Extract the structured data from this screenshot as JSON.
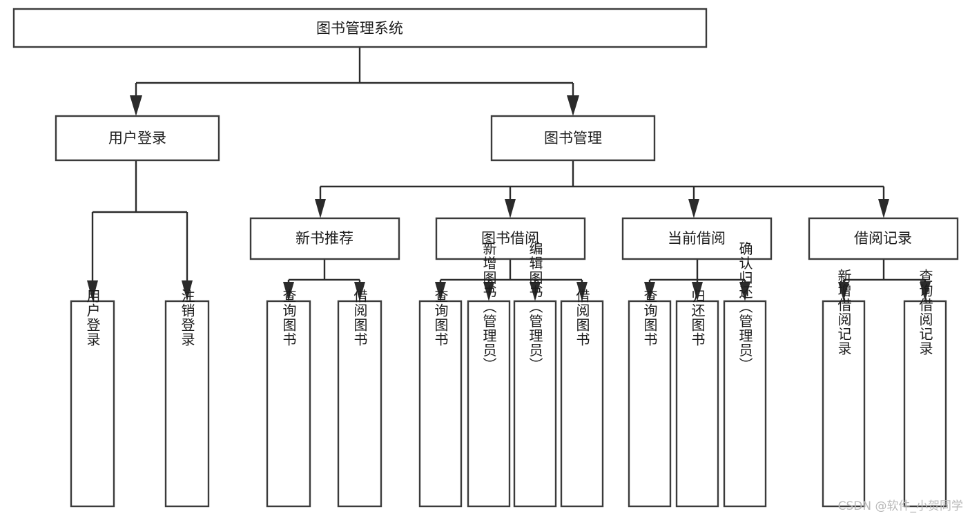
{
  "diagram": {
    "title": "图书管理系统",
    "type": "tree-hierarchy-chart",
    "root": {
      "id": "root",
      "label": "图书管理系统"
    },
    "level2": [
      {
        "id": "user-login",
        "label": "用户登录"
      },
      {
        "id": "book-management",
        "label": "图书管理"
      }
    ],
    "level3": [
      {
        "id": "new-book-recommend",
        "label": "新书推荐",
        "parent": "book-management"
      },
      {
        "id": "book-borrow",
        "label": "图书借阅",
        "parent": "book-management"
      },
      {
        "id": "current-borrow",
        "label": "当前借阅",
        "parent": "book-management"
      },
      {
        "id": "borrow-record",
        "label": "借阅记录",
        "parent": "book-management"
      }
    ],
    "leaves": {
      "user-login": [
        {
          "id": "leaf-user-login",
          "label": "用户登录"
        },
        {
          "id": "leaf-user-logout",
          "label": "注销登录"
        }
      ],
      "new-book-recommend": [
        {
          "id": "leaf-query-book-1",
          "label": "查询图书"
        },
        {
          "id": "leaf-borrow-book-1",
          "label": "借阅图书"
        }
      ],
      "book-borrow": [
        {
          "id": "leaf-query-book-2",
          "label": "查询图书"
        },
        {
          "id": "leaf-add-book",
          "label": "新增图书（管理员）"
        },
        {
          "id": "leaf-edit-book",
          "label": "编辑图书（管理员）"
        },
        {
          "id": "leaf-borrow-book-2",
          "label": "借阅图书"
        }
      ],
      "current-borrow": [
        {
          "id": "leaf-query-book-3",
          "label": "查询图书"
        },
        {
          "id": "leaf-return-book",
          "label": "归还图书"
        },
        {
          "id": "leaf-confirm-return",
          "label": "确认归还（管理员）"
        }
      ],
      "borrow-record": [
        {
          "id": "leaf-add-record",
          "label": "新增借阅记录"
        },
        {
          "id": "leaf-query-record",
          "label": "查询借阅记录"
        }
      ]
    }
  },
  "watermark": {
    "text": "CSDN @软件_小贺同学"
  },
  "colors": {
    "background": "#ffffff",
    "box_fill": "#ffffff",
    "box_stroke": "#3b3b3b",
    "connector": "#2b2b2b",
    "text": "#1c1c1c",
    "watermark": "#b9b9b9"
  }
}
